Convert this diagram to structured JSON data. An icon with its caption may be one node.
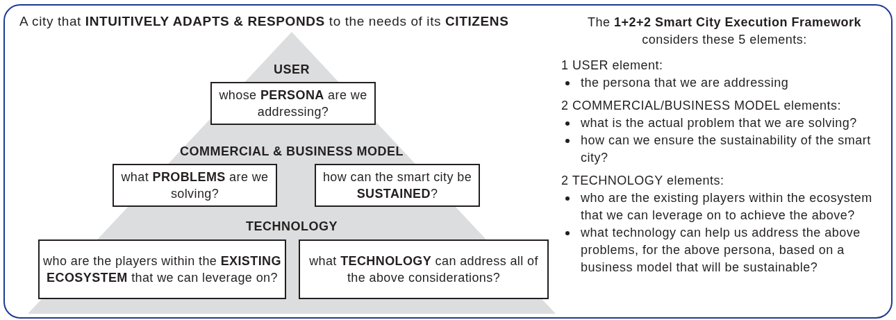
{
  "diagram": {
    "title": "A city that **INTUITIVELY ADAPTS & RESPONDS** to the needs of its **CITIZENS**",
    "nodes": [
      {
        "text": [
          "USER",
          "COMMERCIAL & BUSINESS MODEL",
          "TECHNOLOGY"
        ]
      },
      {
        "text": [
          "whose **PERSONA** are we addressing?"
        ],
        "in": 0
      },
      {
        "text": [
          "what **PROBLEMS** are we solving?"
        ],
        "in": 0
      },
      {
        "text": [
          "how can the smart city be **SUSTAINED**?"
        ],
        "in": 0
      },
      {
        "text": [
          "who are the players within the **EXISTING ECOSYSTEM** that we can leverage on?"
        ],
        "in": 0
      },
      {
        "text": [
          "what **TECHNOLOGY** can address all of the above considerations?"
        ],
        "in": 0
      }
    ],
    "edges": [],
    "labels": [
      "The **1+2+2 Smart City Execution Framework** considers these 5 elements:",
      "1 USER element:",
      "the persona that we are addressing",
      "2 COMMERCIAL/BUSINESS MODEL elements:",
      "what is the actual problem that we are solving?",
      "how can we ensure the sustainability of the smart city?",
      "2 TECHNOLOGY elements:",
      "who are the existing players within the ecosystem that we can leverage on to achieve the above?",
      "what technology can help us address the above problems, for the above persona, based on a business model that will be sustainable?"
    ]
  }
}
